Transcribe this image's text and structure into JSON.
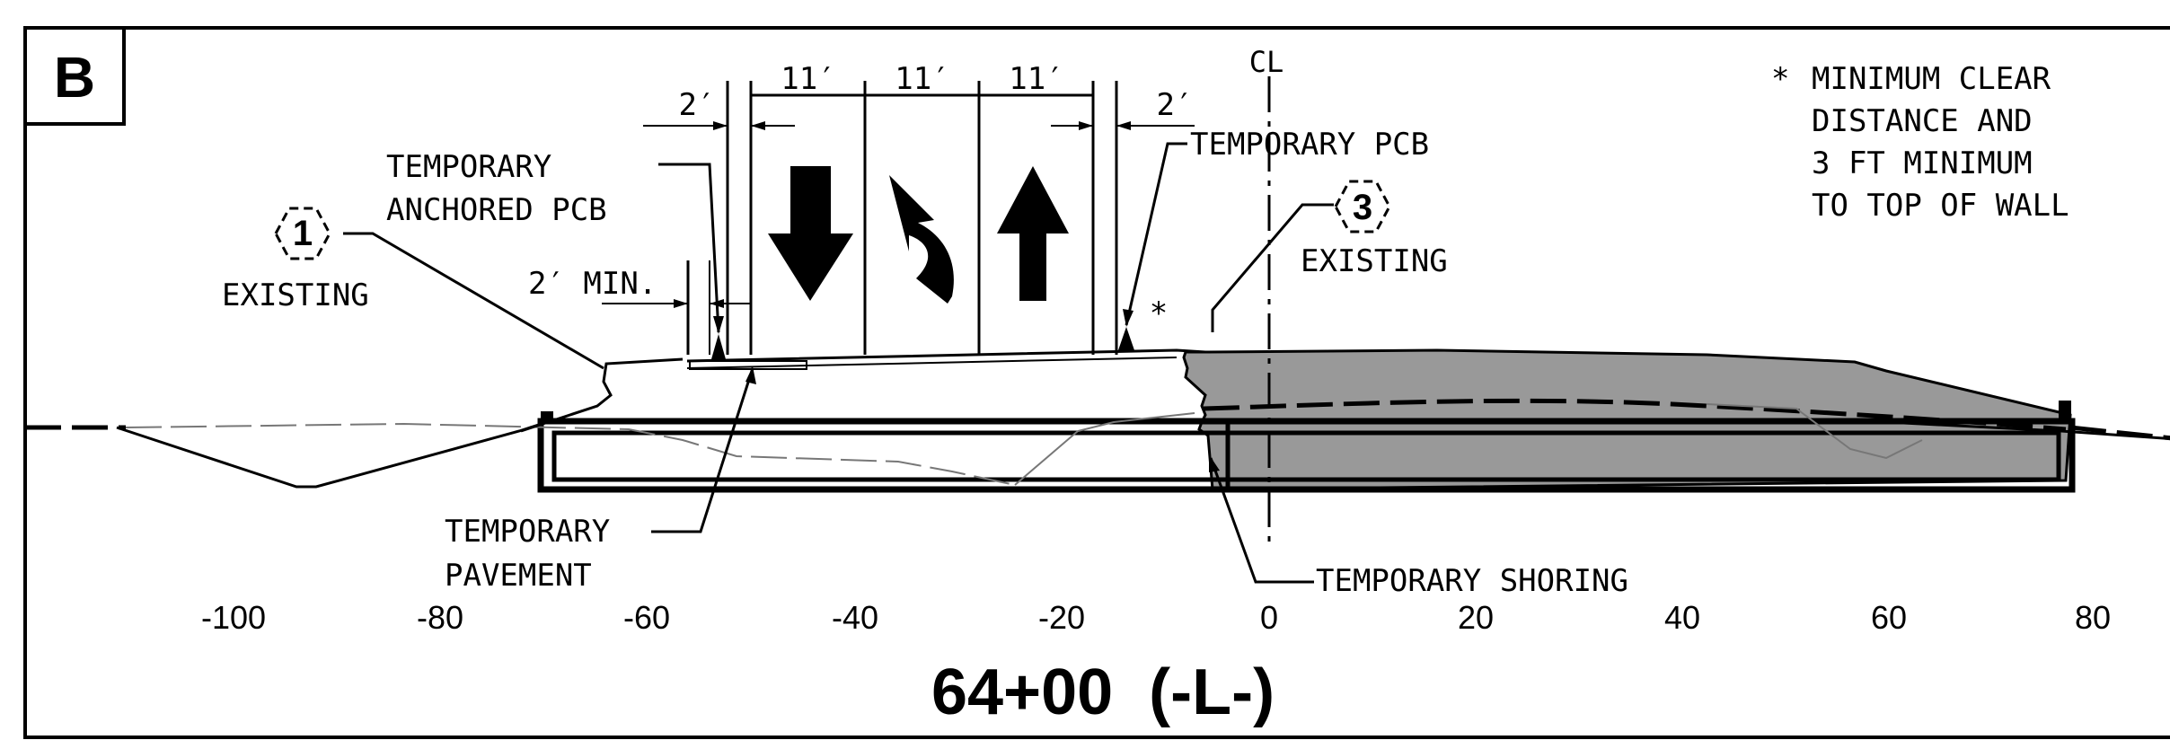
{
  "panel": {
    "letter": "B"
  },
  "title": "64+00  (-L-)",
  "centerline_symbol": "CL",
  "note": {
    "asterisk": "*",
    "lines": [
      "MINIMUM CLEAR",
      "DISTANCE AND",
      "3 FT MINIMUM",
      "TO TOP OF WALL"
    ]
  },
  "dimensions": {
    "lane_widths": [
      "11′",
      "11′",
      "11′"
    ],
    "left_offset": "2′",
    "right_offset": "2′",
    "min_clearance": "2′ MIN."
  },
  "callouts": {
    "existing_left_number": "1",
    "existing_left_label": "EXISTING",
    "existing_right_number": "3",
    "existing_right_label": "EXISTING",
    "temp_anchored_pcb_line1": "TEMPORARY",
    "temp_anchored_pcb_line2": "ANCHORED PCB",
    "temp_pcb": "TEMPORARY PCB",
    "temp_pavement_line1": "TEMPORARY",
    "temp_pavement_line2": "PAVEMENT",
    "temp_shoring": "TEMPORARY SHORING",
    "clear_asterisk": "*"
  },
  "axis": {
    "ticks": [
      "-100",
      "-80",
      "-60",
      "-40",
      "-20",
      "0",
      "20",
      "40",
      "60",
      "80"
    ]
  },
  "lanes": [
    {
      "direction": "down",
      "icon": "down-arrow-icon"
    },
    {
      "direction": "turn",
      "icon": "u-turn-arrow-icon"
    },
    {
      "direction": "up",
      "icon": "up-arrow-icon"
    }
  ]
}
